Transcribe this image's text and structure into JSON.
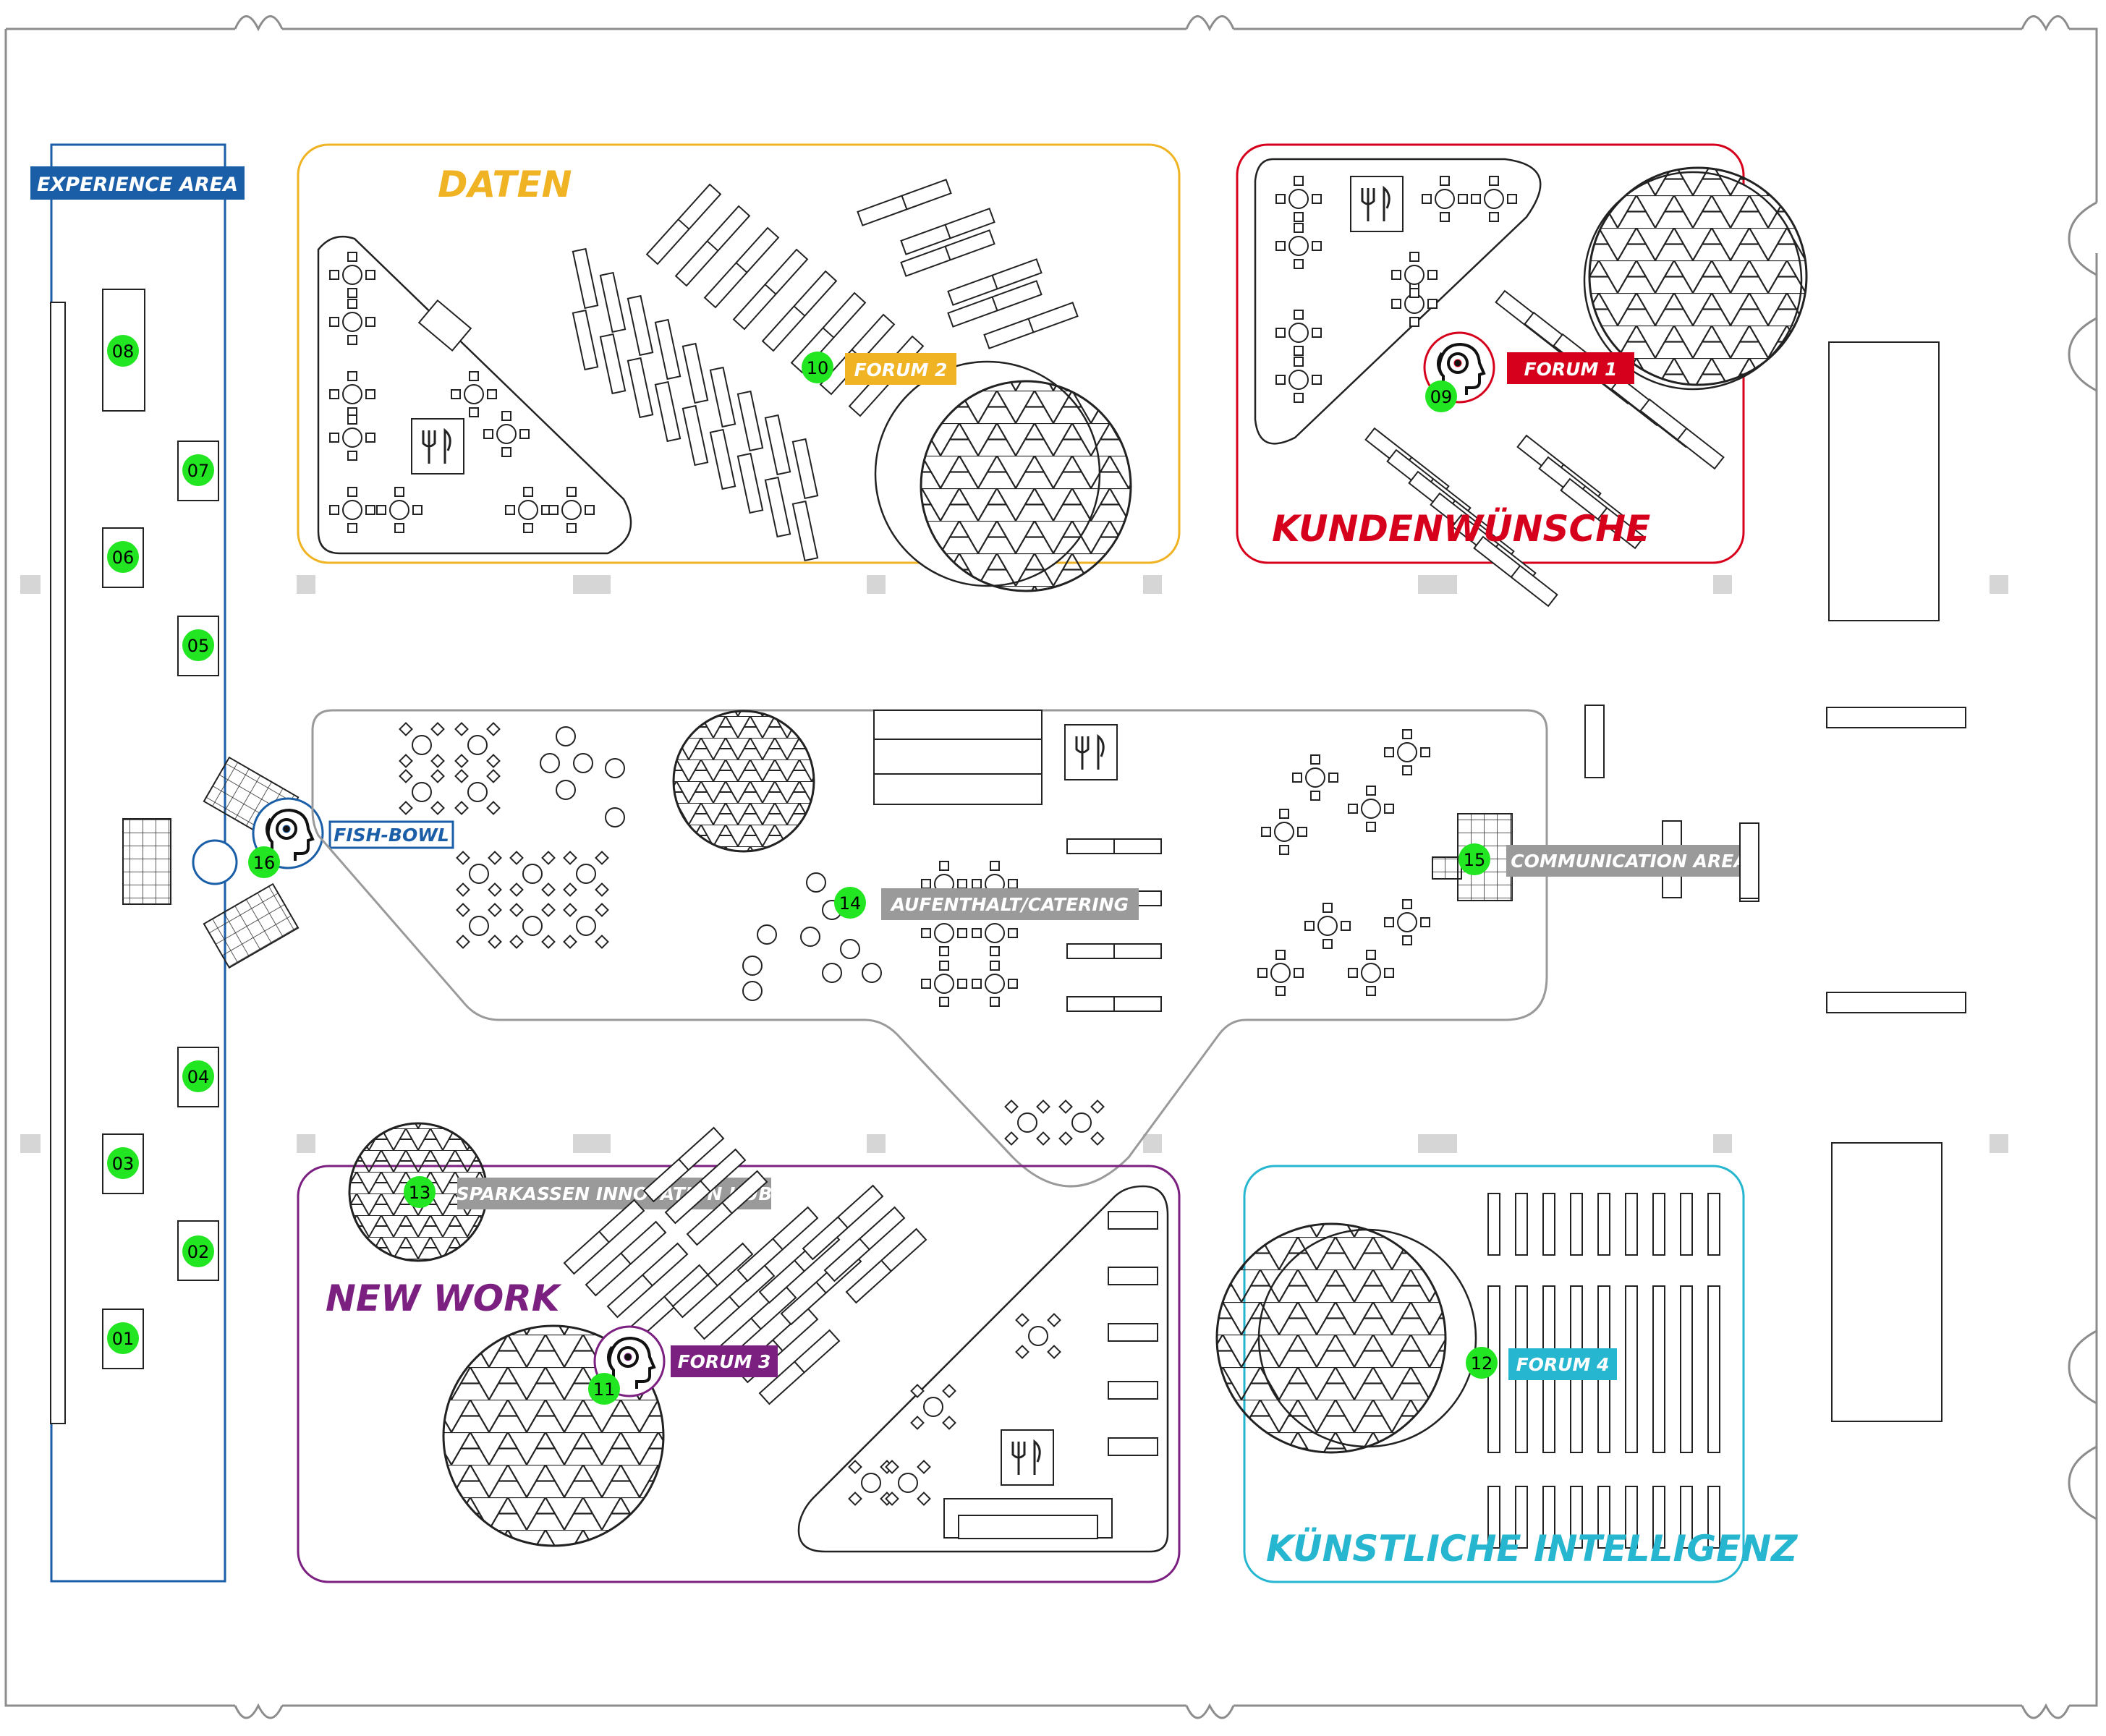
{
  "zones": {
    "experience": {
      "title": "EXPERIENCE AREA",
      "color": "#1a5ea8"
    },
    "daten": {
      "title": "DATEN",
      "color": "#f0b323"
    },
    "kundenwuensche": {
      "title": "KUNDENWÜNSCHE",
      "color": "#d6001c"
    },
    "newwork": {
      "title": "NEW WORK",
      "color": "#7b1f80"
    },
    "ki": {
      "title": "KÜNSTLICHE INTELLIGENZ",
      "color": "#26b6d0"
    }
  },
  "labels": {
    "forum1": "FORUM 1",
    "forum2": "FORUM 2",
    "forum3": "FORUM 3",
    "forum4": "FORUM 4",
    "fishbowl": "FISH-BOWL",
    "communication": "COMMUNICATION AREA",
    "catering": "AUFENTHALT/CATERING",
    "innovation_hub": "SPARKASSEN INNOVATION HUB"
  },
  "markers": {
    "m01": "01",
    "m02": "02",
    "m03": "03",
    "m04": "04",
    "m05": "05",
    "m06": "06",
    "m07": "07",
    "m08": "08",
    "m09": "09",
    "m10": "10",
    "m11": "11",
    "m12": "12",
    "m13": "13",
    "m14": "14",
    "m15": "15",
    "m16": "16"
  },
  "colors": {
    "marker": "#22e622",
    "label_grey": "#9a9a9a",
    "structure": "#9a9a9a",
    "line": "#222222"
  },
  "icons": [
    "geodesic-dome-icon",
    "speaker-head-icon",
    "cutlery-icon",
    "round-table-icon"
  ]
}
